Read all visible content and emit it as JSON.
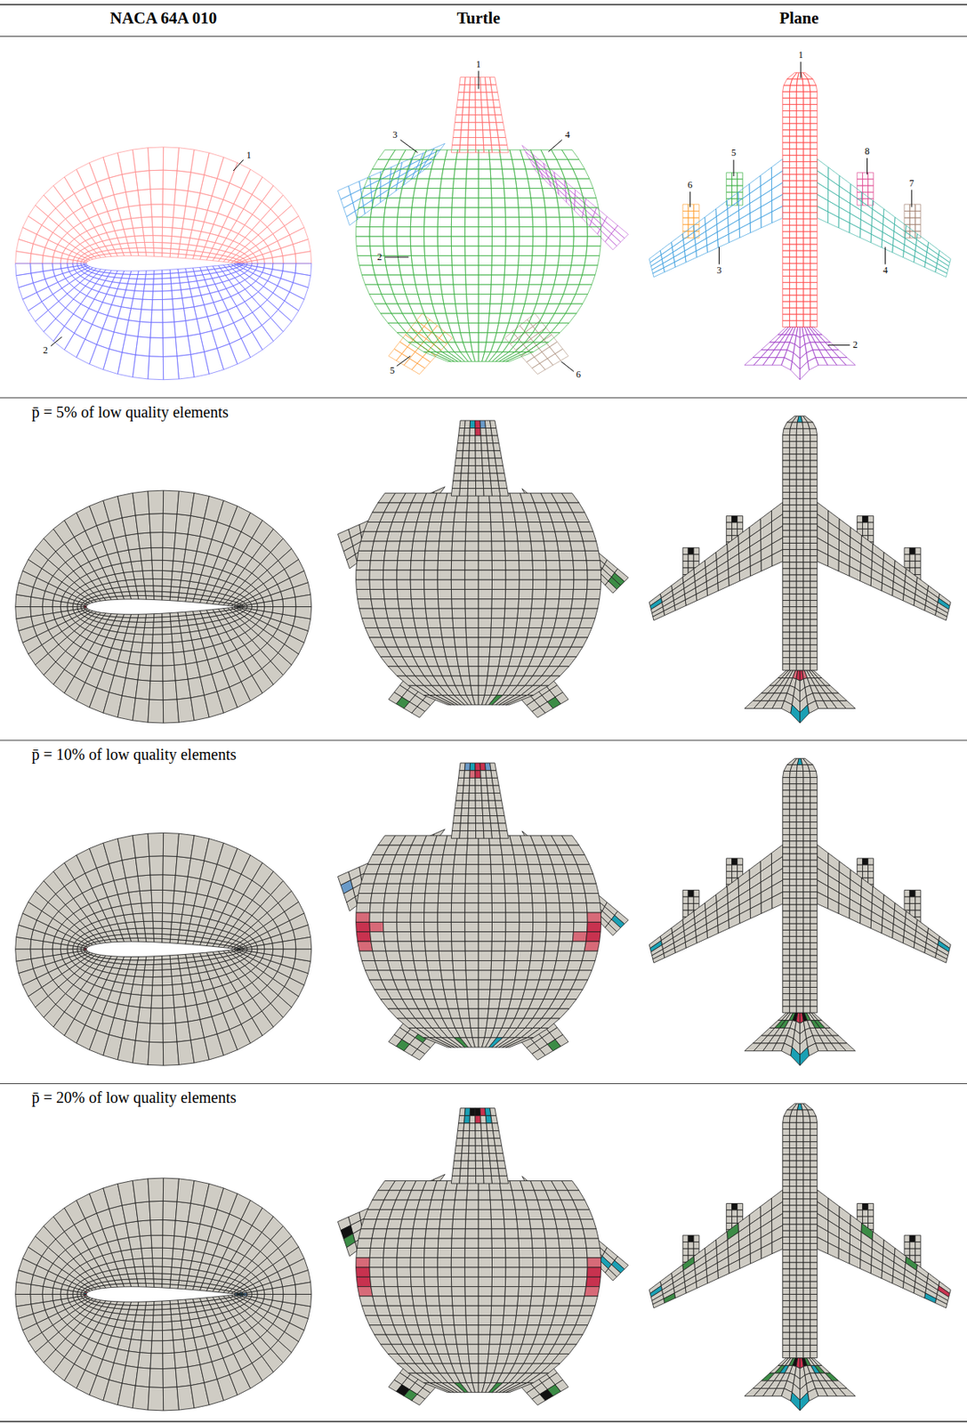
{
  "diagram": {
    "labels": [
      "NACA 64A 010",
      "Turtle",
      "Plane",
      "1",
      "2",
      "1",
      "3",
      "4",
      "2",
      "5",
      "6",
      "1",
      "5",
      "8",
      "6",
      "7",
      "3",
      "4",
      "2",
      "p̄ = 5% of low quality elements",
      "p̄ = 10% of low quality elements",
      "p̄ = 20% of low quality elements"
    ]
  }
}
